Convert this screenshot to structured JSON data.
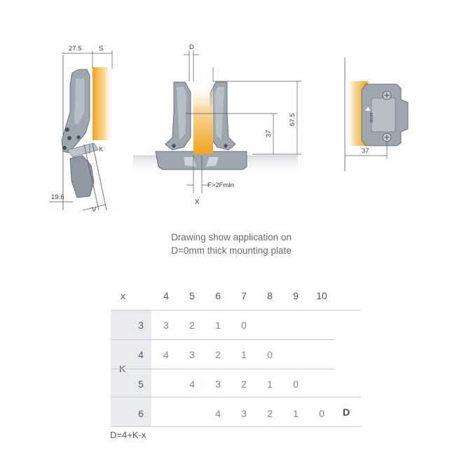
{
  "drawing": {
    "dim_27_5": "27.5",
    "dim_S": "S",
    "dim_K": "K",
    "dim_19_6": "19.6",
    "dim_V": "V",
    "dim_D": "D",
    "dim_67_5": "67.5",
    "dim_37_mid": "37",
    "dim_F": "F>2Fmin",
    "dim_X": "X",
    "dim_37_right": "37",
    "plate_marking": "0D/26"
  },
  "caption": {
    "line1": "Drawing show application on",
    "line2": "D=0mm thick mounting plate"
  },
  "table": {
    "x_label": "x",
    "k_label": "K",
    "d_label": "D",
    "formula": "D=4+K-x",
    "x_values": [
      "4",
      "5",
      "6",
      "7",
      "8",
      "9",
      "10"
    ],
    "rows": [
      {
        "k": "3",
        "cells": [
          "3",
          "2",
          "1",
          "0",
          "",
          "",
          ""
        ]
      },
      {
        "k": "4",
        "cells": [
          "4",
          "3",
          "2",
          "1",
          "0",
          "",
          ""
        ]
      },
      {
        "k": "5",
        "cells": [
          "",
          "4",
          "3",
          "2",
          "1",
          "0",
          ""
        ]
      },
      {
        "k": "6",
        "cells": [
          "",
          "",
          "4",
          "3",
          "2",
          "1",
          "0"
        ]
      }
    ]
  }
}
